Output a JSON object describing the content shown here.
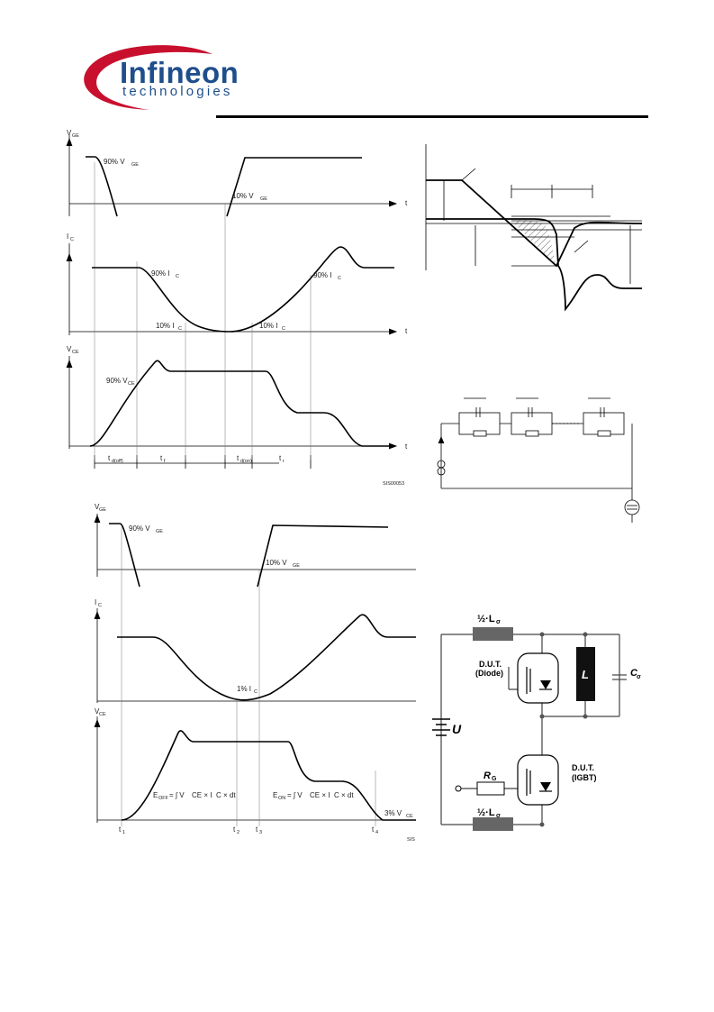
{
  "header": {
    "brand": "Infineon",
    "brand_sub": "technologies",
    "accent": "#c8102e",
    "brand_color": "#1f4e8c"
  },
  "fig1": {
    "vge_axis": "V",
    "vge_sub": "GE",
    "ic_axis": "I",
    "ic_sub": "C",
    "vce_axis": "V",
    "vce_sub": "CE",
    "t_axis": "t",
    "vge90": "90% V",
    "vge10": "10% V",
    "ge_sub": "GE",
    "ic90a": "90% I",
    "ic90b": "90% I",
    "c_sub": "C",
    "ic10a": "10% I",
    "ic10b": "10% I",
    "vce90": "90% V",
    "ce_sub": "CE",
    "td_off": "t",
    "td_off_sub": "d(off)",
    "tf": "t",
    "tf_sub": "f",
    "td_on": "t",
    "td_on_sub": "d(on)",
    "tr": "t",
    "tr_sub": "r",
    "code": "SIS00053"
  },
  "fig2": {
    "vge_axis": "V",
    "vge_sub": "GE",
    "ic_axis": "I",
    "ic_sub": "C",
    "vce_axis": "V",
    "vce_sub": "CE",
    "vge90": "90% V",
    "vge10": "10% V",
    "ge_sub": "GE",
    "ic1": "1% I",
    "c_sub": "C",
    "vce3": "3% V",
    "ce_sub": "CE",
    "eoff": "E",
    "eoff_sub": "OFF",
    "eoff_expr": "= ∫ V",
    "eon": "E",
    "eon_sub": "ON",
    "eon_expr": "= ∫ V",
    "int_tail": "CE × I",
    "int_tail2": "C × dt",
    "t1": "t",
    "t1_sub": "1",
    "t2": "t",
    "t2_sub": "2",
    "t3": "t",
    "t3_sub": "3",
    "t4": "t",
    "t4_sub": "4",
    "code": "SIS"
  },
  "circuit": {
    "half_l1": "½·L",
    "half_l_sub": "σ",
    "half_l2": "½·L",
    "dut_diode": "D.U.T.",
    "dut_diode2": "(Diode)",
    "dut_igbt": "D.U.T.",
    "dut_igbt2": "(IGBT)",
    "inductor": "L",
    "cap": "C",
    "cap_sub": "σ",
    "supply": "U",
    "rg": "R",
    "rg_sub": "G"
  }
}
